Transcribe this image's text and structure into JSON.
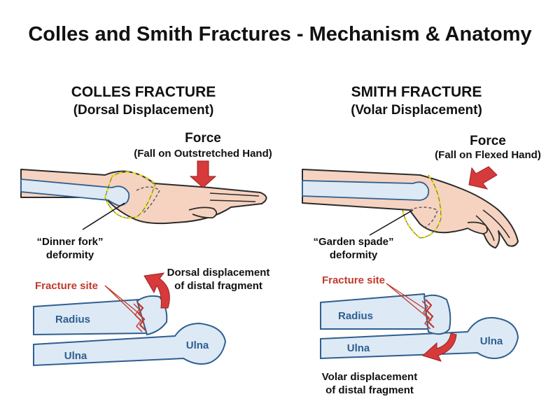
{
  "title": "Colles and Smith Fractures - Mechanism & Anatomy",
  "colles": {
    "heading": "COLLES FRACTURE",
    "subheading": "(Dorsal Displacement)",
    "force_label": "Force",
    "force_detail": "(Fall on Outstretched Hand)",
    "deformity_line1": "“Dinner fork”",
    "deformity_line2": "deformity",
    "fracture_site": "Fracture site",
    "displacement_line1": "Dorsal displacement",
    "displacement_line2": "of distal fragment",
    "radius_label": "Radius",
    "ulna_label_left": "Ulna",
    "ulna_label_right": "Ulna"
  },
  "smith": {
    "heading": "SMITH FRACTURE",
    "subheading": "(Volar Displacement)",
    "force_label": "Force",
    "force_detail": "(Fall on Flexed Hand)",
    "deformity_line1": "“Garden spade”",
    "deformity_line2": "deformity",
    "fracture_site": "Fracture site",
    "displacement_line1": "Volar displacement",
    "displacement_line2": "of distal fragment",
    "radius_label": "Radius",
    "ulna_label_left": "Ulna",
    "ulna_label_right": "Ulna"
  },
  "colors": {
    "title_text": "#111111",
    "skin_fill": "#f6d3c0",
    "skin_stroke": "#2b2b2b",
    "bone_fill": "#dde9f5",
    "bone_stroke": "#2f5f8f",
    "bone_label": "#2f5f8f",
    "force_arrow": "#d63a3a",
    "fracture_label": "#c0392b",
    "highlight_dash": "#e6e220"
  }
}
